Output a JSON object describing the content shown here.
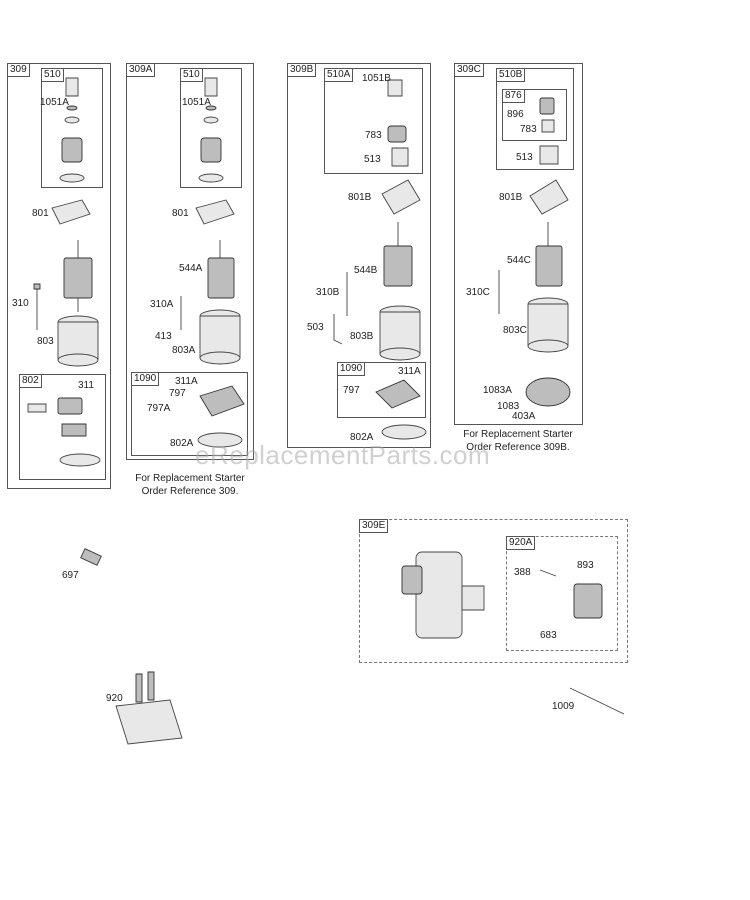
{
  "groups": {
    "g309": {
      "tag": "309",
      "sub510": "510",
      "sub802": "802"
    },
    "g309A": {
      "tag": "309A",
      "sub510": "510",
      "sub1090": "1090"
    },
    "g309B": {
      "tag": "309B",
      "sub510A": "510A",
      "sub1090": "1090"
    },
    "g309C": {
      "tag": "309C",
      "sub510B": "510B",
      "sub876": "876"
    },
    "g309E": {
      "tag": "309E",
      "sub920A": "920A"
    }
  },
  "labels": {
    "l1051A_a": "1051A",
    "l801_a": "801",
    "l310": "310",
    "l803": "803",
    "l311": "311",
    "l1051A_b": "1051A",
    "l801_b": "801",
    "l544A": "544A",
    "l310A": "310A",
    "l413": "413",
    "l803A": "803A",
    "l311A": "311A",
    "l797": "797",
    "l797A": "797A",
    "l802A": "802A",
    "l1051B": "1051B",
    "l783_a": "783",
    "l513_a": "513",
    "l801B_a": "801B",
    "l544B": "544B",
    "l310B": "310B",
    "l503": "503",
    "l803B": "803B",
    "l311A_b": "311A",
    "l797_b": "797",
    "l802A_b": "802A",
    "l896": "896",
    "l783_b": "783",
    "l513_b": "513",
    "l801B_b": "801B",
    "l544C": "544C",
    "l310C": "310C",
    "l803C": "803C",
    "l1083A": "1083A",
    "l1083": "1083",
    "l403A": "403A",
    "l388": "388",
    "l893": "893",
    "l683": "683",
    "l697": "697",
    "l920": "920",
    "l1009": "1009"
  },
  "notes": {
    "n309A_1": "For Replacement Starter",
    "n309A_2": "Order Reference 309.",
    "n309C_1": "For Replacement Starter",
    "n309C_2": "Order Reference 309B."
  },
  "watermark": "eReplacementParts.com"
}
